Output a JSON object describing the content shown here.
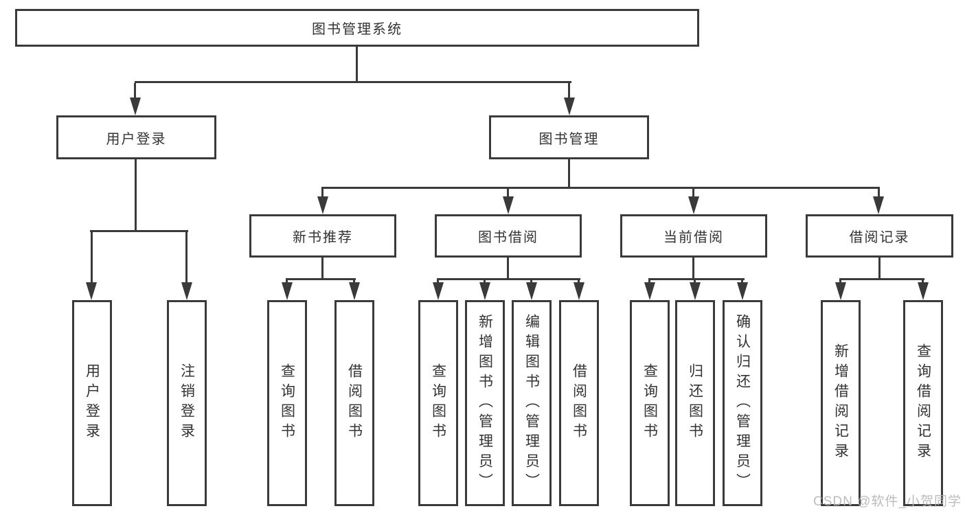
{
  "diagram": {
    "type": "hierarchy-tree",
    "root": {
      "label": "图书管理系统"
    },
    "branches": [
      {
        "label": "用户登录",
        "children": [
          {
            "label": "用户登录"
          },
          {
            "label": "注销登录"
          }
        ]
      },
      {
        "label": "图书管理",
        "children": [
          {
            "label": "新书推荐",
            "children": [
              {
                "label": "查询图书"
              },
              {
                "label": "借阅图书"
              }
            ]
          },
          {
            "label": "图书借阅",
            "children": [
              {
                "label": "查询图书"
              },
              {
                "label": "新增图书（管理员）"
              },
              {
                "label": "编辑图书（管理员）"
              },
              {
                "label": "借阅图书"
              }
            ]
          },
          {
            "label": "当前借阅",
            "children": [
              {
                "label": "查询图书"
              },
              {
                "label": "归还图书"
              },
              {
                "label": "确认归还（管理员）"
              }
            ]
          },
          {
            "label": "借阅记录",
            "children": [
              {
                "label": "新增借阅记录"
              },
              {
                "label": "查询借阅记录"
              }
            ]
          }
        ]
      }
    ]
  },
  "watermark": "CSDN @软件_小贺同学",
  "colors": {
    "line": "#3a3a3a",
    "text": "#333333",
    "box_bg": "#ffffff",
    "watermark": "#b5b5b5"
  }
}
